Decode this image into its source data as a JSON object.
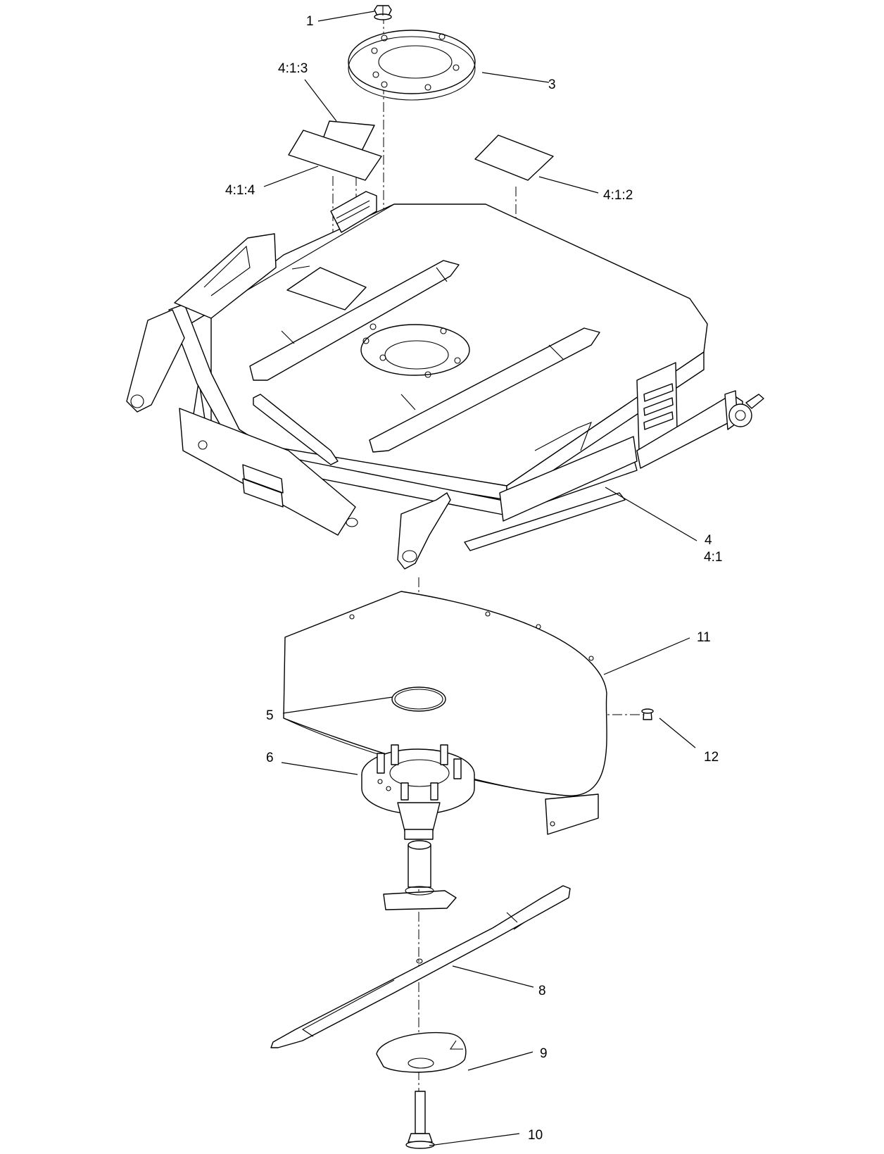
{
  "callouts": {
    "c1": "1",
    "c3": "3",
    "c413": "4:1:3",
    "c414": "4:1:4",
    "c412": "4:1:2",
    "c4": "4",
    "c41": "4:1",
    "c11": "11",
    "c5": "5",
    "c6": "6",
    "c12": "12",
    "c8": "8",
    "c9": "9",
    "c10": "10"
  }
}
